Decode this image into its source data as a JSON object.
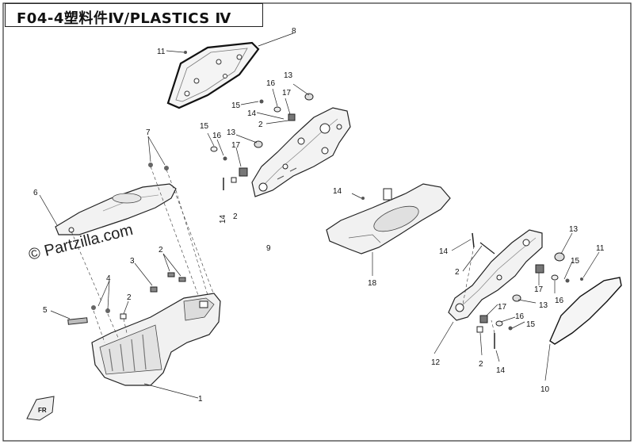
{
  "header": {
    "title": "F04-4塑料件Ⅳ/PLASTICS Ⅳ"
  },
  "watermark": {
    "text": "© Partzilla.com"
  },
  "front_marker": {
    "text": "FR"
  },
  "colors": {
    "line": "#222222",
    "part_fill": "#f2f2f2",
    "shade": "#bdbdbd",
    "dark": "#555555"
  },
  "callouts": [
    {
      "id": "c8",
      "text": "8"
    },
    {
      "id": "c11a",
      "text": "11"
    },
    {
      "id": "c13a",
      "text": "13"
    },
    {
      "id": "c16a",
      "text": "16"
    },
    {
      "id": "c17a",
      "text": "17"
    },
    {
      "id": "c15a",
      "text": "15"
    },
    {
      "id": "c14a",
      "text": "14"
    },
    {
      "id": "c2a",
      "text": "2"
    },
    {
      "id": "c15b",
      "text": "15"
    },
    {
      "id": "c16b",
      "text": "16"
    },
    {
      "id": "c13b",
      "text": "13"
    },
    {
      "id": "c17b",
      "text": "17"
    },
    {
      "id": "c7",
      "text": "7"
    },
    {
      "id": "c6",
      "text": "6"
    },
    {
      "id": "c14b",
      "text": "14"
    },
    {
      "id": "c2b",
      "text": "2"
    },
    {
      "id": "c9",
      "text": "9"
    },
    {
      "id": "c14c",
      "text": "14"
    },
    {
      "id": "c18",
      "text": "18"
    },
    {
      "id": "c3",
      "text": "3"
    },
    {
      "id": "c2c",
      "text": "2"
    },
    {
      "id": "c4",
      "text": "4"
    },
    {
      "id": "c2d",
      "text": "2"
    },
    {
      "id": "c5",
      "text": "5"
    },
    {
      "id": "c1",
      "text": "1"
    },
    {
      "id": "c14d",
      "text": "14"
    },
    {
      "id": "c2e",
      "text": "2"
    },
    {
      "id": "c13c",
      "text": "13"
    },
    {
      "id": "c11b",
      "text": "11"
    },
    {
      "id": "c15c",
      "text": "15"
    },
    {
      "id": "c17c",
      "text": "17"
    },
    {
      "id": "c16c",
      "text": "16"
    },
    {
      "id": "c17d",
      "text": "17"
    },
    {
      "id": "c13d",
      "text": "13"
    },
    {
      "id": "c16d",
      "text": "16"
    },
    {
      "id": "c15d",
      "text": "15"
    },
    {
      "id": "c12",
      "text": "12"
    },
    {
      "id": "c2f",
      "text": "2"
    },
    {
      "id": "c14e",
      "text": "14"
    },
    {
      "id": "c10",
      "text": "10"
    }
  ]
}
